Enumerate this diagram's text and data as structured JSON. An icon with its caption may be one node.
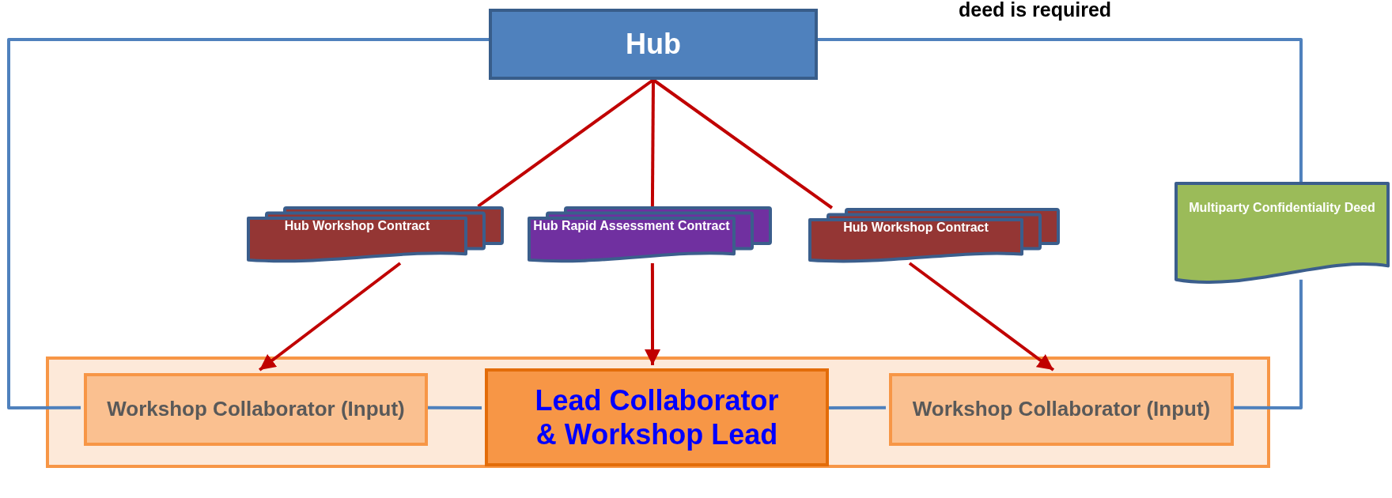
{
  "diagram": {
    "nodes": [
      {
        "text": [
          "Hub"
        ]
      },
      {
        "text": [
          "Hub Workshop Contract"
        ]
      },
      {
        "text": [
          "Hub Rapid Assessment Contract"
        ]
      },
      {
        "text": [
          "Hub Workshop Contract"
        ]
      },
      {
        "text": [
          "Multiparty Confidentiality Deed"
        ]
      },
      {
        "text": [],
        "shape": "box"
      },
      {
        "text": [
          "Workshop Collaborator (Input)"
        ],
        "in": 5
      },
      {
        "text": [
          "Lead Collaborator & Workshop Lead"
        ],
        "in": 5
      },
      {
        "text": [
          "Workshop Collaborator (Input)"
        ],
        "in": 5
      }
    ],
    "edges": [
      {
        "from": 0,
        "to": 1,
        "arrow": "none"
      },
      {
        "from": 1,
        "to": 6,
        "arrow": "to"
      },
      {
        "from": 0,
        "to": 2,
        "arrow": "none"
      },
      {
        "from": 2,
        "to": 7,
        "arrow": "to"
      },
      {
        "from": 0,
        "to": 3,
        "arrow": "none"
      },
      {
        "from": 3,
        "to": 8,
        "arrow": "to"
      },
      {
        "from": 0,
        "to": 6,
        "arrow": "none",
        "color": "#4f81bd"
      },
      {
        "from": 6,
        "to": 7,
        "arrow": "none",
        "color": "#4f81bd"
      },
      {
        "from": 7,
        "to": 8,
        "arrow": "none",
        "color": "#4f81bd"
      },
      {
        "from": 8,
        "to": 4,
        "arrow": "none",
        "color": "#4f81bd"
      },
      {
        "from": 4,
        "to": 0,
        "arrow": "none",
        "color": "#4f81bd"
      }
    ],
    "labels": [
      "deed is required"
    ]
  }
}
